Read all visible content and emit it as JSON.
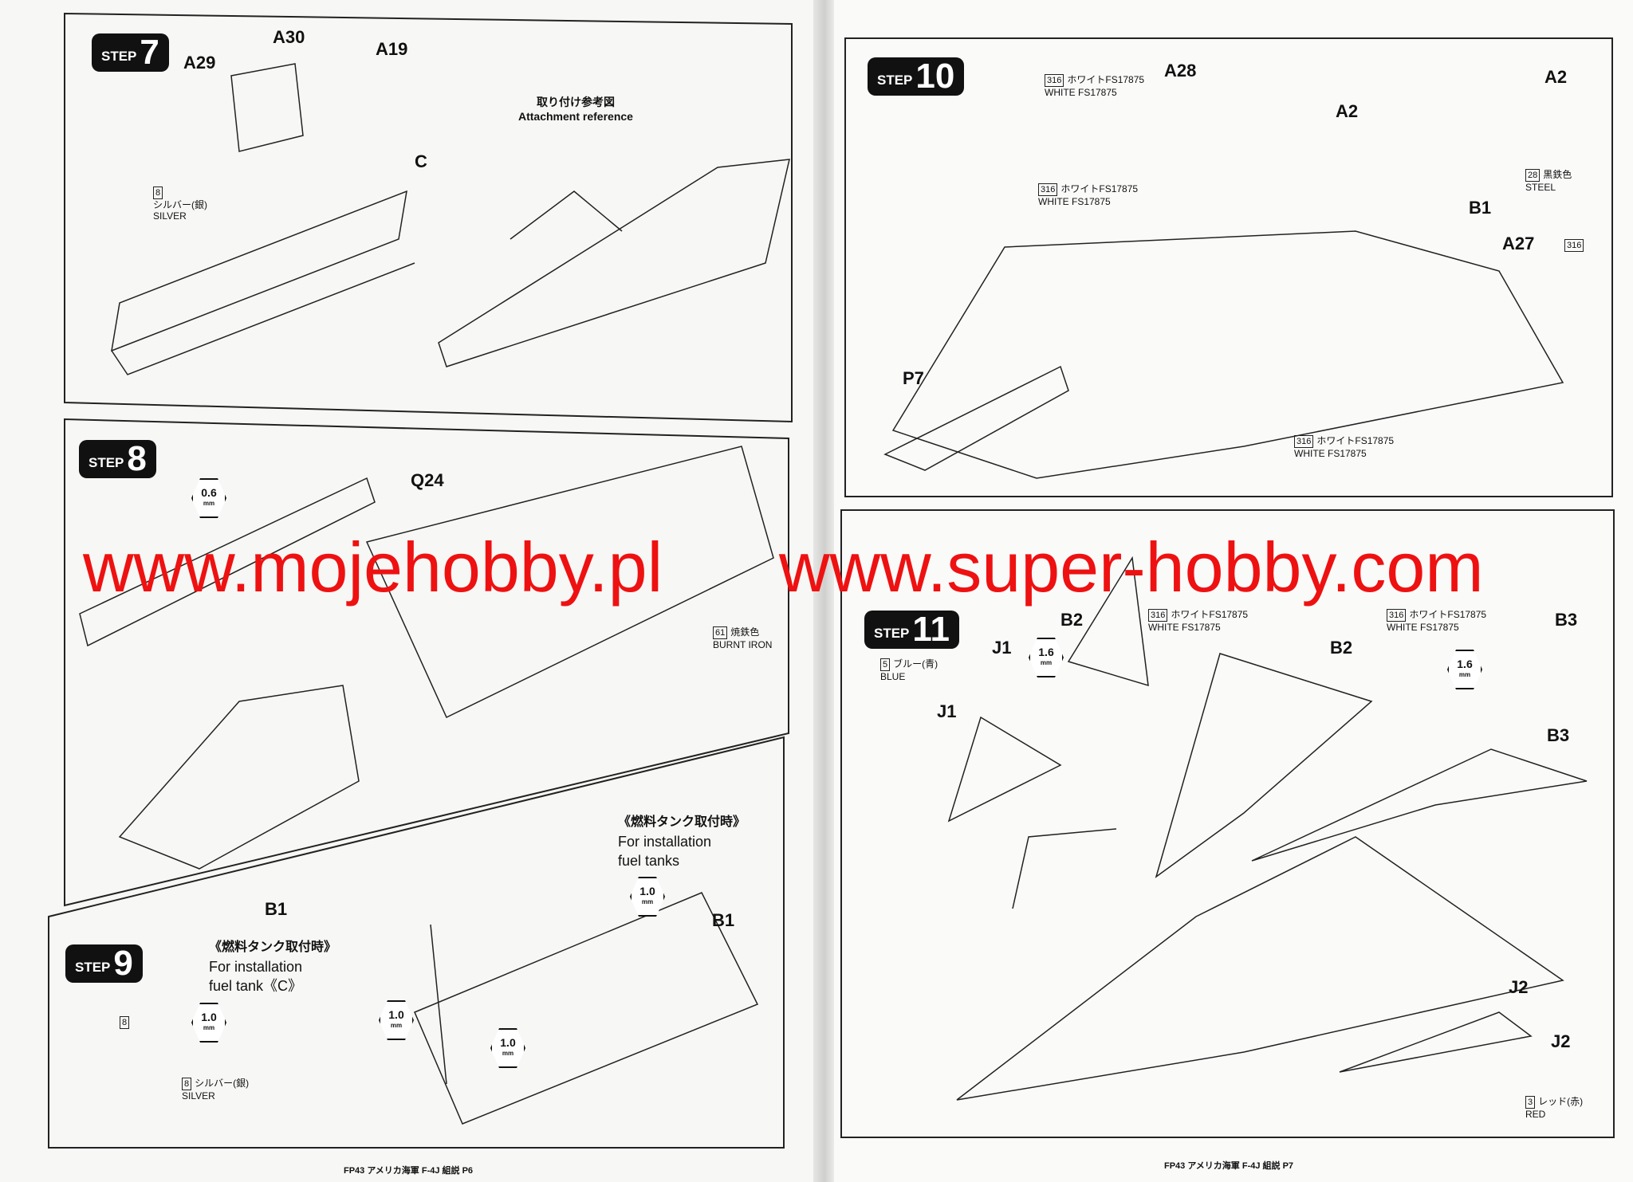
{
  "left_page": {
    "step7": {
      "label": "STEP",
      "number": "7",
      "parts": [
        "A29",
        "A30",
        "A19",
        "C"
      ],
      "paint": {
        "code": "8",
        "jp": "シルバー(銀)",
        "en": "SILVER"
      },
      "reference": {
        "jp": "取り付け参考図",
        "en": "Attachment reference"
      }
    },
    "step8": {
      "label": "STEP",
      "number": "8",
      "parts": [
        "Q24"
      ],
      "drill": {
        "size": "0.6",
        "unit": "mm"
      },
      "paint": {
        "code": "61",
        "jp": "焼鉄色",
        "en": "BURNT IRON"
      },
      "fuel_note": {
        "jp": "《燃料タンク取付時》",
        "en1": "For installation",
        "en2": "fuel tanks"
      },
      "drill2": {
        "size": "1.0",
        "unit": "mm"
      },
      "part_b1": "B1"
    },
    "step9": {
      "label": "STEP",
      "number": "9",
      "part_b1": "B1",
      "fuel_note": {
        "jp": "《燃料タンク取付時》",
        "en1": "For installation",
        "en2": "fuel tank《C》"
      },
      "drills": [
        {
          "size": "1.0",
          "unit": "mm"
        },
        {
          "size": "1.0",
          "unit": "mm"
        },
        {
          "size": "1.0",
          "unit": "mm"
        }
      ],
      "paint_ref": "8",
      "paint": {
        "code": "8",
        "jp": "シルバー(銀)",
        "en": "SILVER"
      }
    },
    "footer": "FP43 アメリカ海軍 F-4J 組説 P6"
  },
  "right_page": {
    "step10": {
      "label": "STEP",
      "number": "10",
      "parts": {
        "a28": "A28",
        "a2a": "A2",
        "a2b": "A2",
        "b1": "B1",
        "a27": "A27",
        "p7": "P7"
      },
      "paint_white": {
        "code": "316",
        "jp": "ホワイトFS17875",
        "en": "WHITE FS17875"
      },
      "paint_steel": {
        "code": "28",
        "jp": "黒鉄色",
        "en": "STEEL"
      },
      "small_code": "316"
    },
    "step11": {
      "label": "STEP",
      "number": "11",
      "parts": {
        "b2a": "B2",
        "b3a": "B3",
        "j1a": "J1",
        "b2b": "B2",
        "j1b": "J1",
        "b3b": "B3",
        "j2a": "J2",
        "j2b": "J2"
      },
      "paint_blue": {
        "code": "5",
        "jp": "ブルー(青)",
        "en": "BLUE"
      },
      "paint_white": {
        "code": "316",
        "jp": "ホワイトFS17875",
        "en": "WHITE FS17875"
      },
      "paint_red": {
        "code": "3",
        "jp": "レッド(赤)",
        "en": "RED"
      },
      "drill": {
        "size": "1.6",
        "unit": "mm"
      }
    },
    "footer": "FP43 アメリカ海軍 F-4J 組説 P7"
  },
  "watermark": {
    "left": "www.mojehobby.pl",
    "right": "www.super-hobby.com",
    "color": "#ee1111"
  }
}
